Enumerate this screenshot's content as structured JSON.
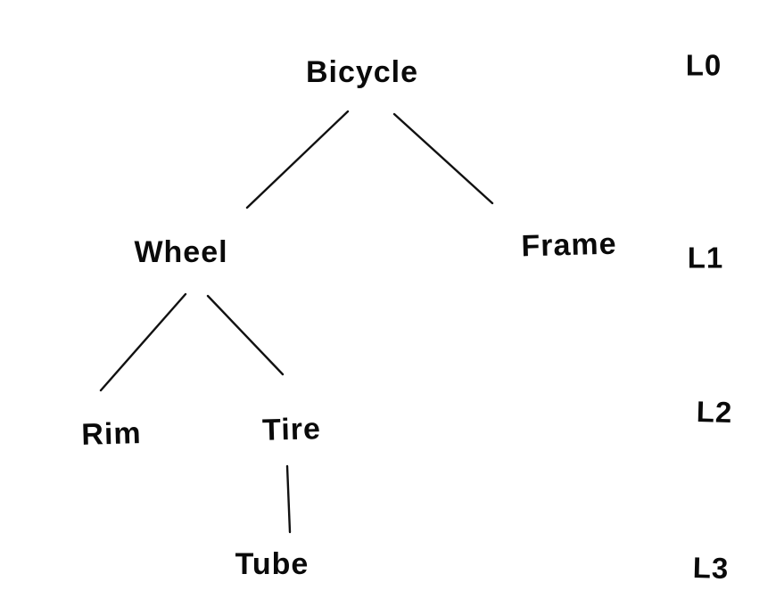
{
  "diagram": {
    "type": "tree",
    "background_color": "#ffffff",
    "ink_color": "#111111",
    "nodes": [
      {
        "id": "bicycle",
        "label": "Bicycle",
        "level": 0,
        "parent": null
      },
      {
        "id": "wheel",
        "label": "Wheel",
        "level": 1,
        "parent": "bicycle"
      },
      {
        "id": "frame",
        "label": "Frame",
        "level": 1,
        "parent": "bicycle"
      },
      {
        "id": "rim",
        "label": "Rim",
        "level": 2,
        "parent": "wheel"
      },
      {
        "id": "tire",
        "label": "Tire",
        "level": 2,
        "parent": "wheel"
      },
      {
        "id": "tube",
        "label": "Tube",
        "level": 3,
        "parent": "tire"
      }
    ],
    "edges": [
      {
        "from": "bicycle",
        "to": "wheel"
      },
      {
        "from": "bicycle",
        "to": "frame"
      },
      {
        "from": "wheel",
        "to": "rim"
      },
      {
        "from": "wheel",
        "to": "tire"
      },
      {
        "from": "tire",
        "to": "tube"
      }
    ],
    "level_labels": [
      {
        "label": "L0",
        "level": 0
      },
      {
        "label": "L1",
        "level": 1
      },
      {
        "label": "L2",
        "level": 2
      },
      {
        "label": "L3",
        "level": 3
      }
    ]
  }
}
